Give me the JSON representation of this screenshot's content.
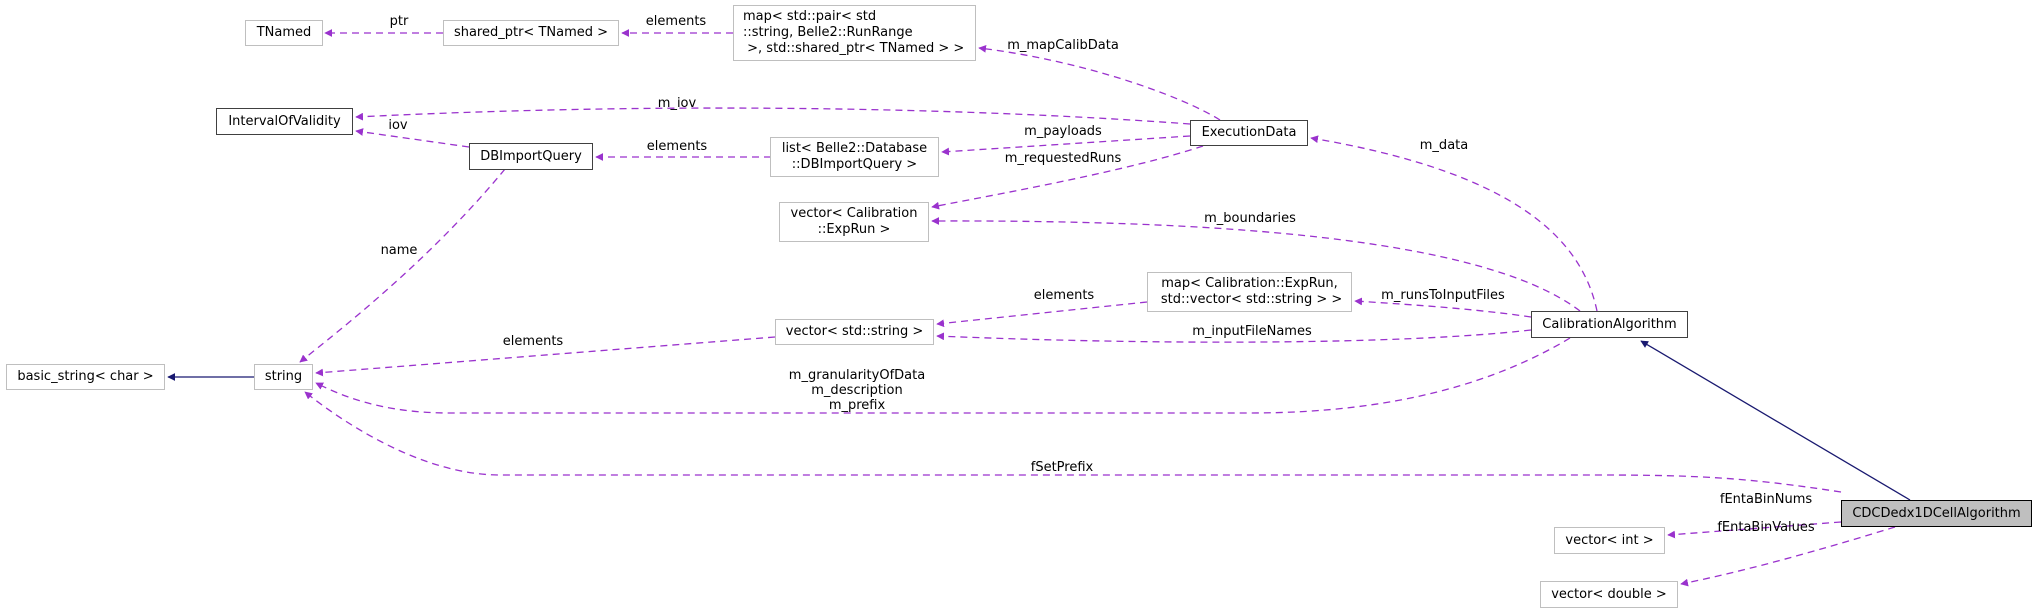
{
  "colors": {
    "usage_edge": "#9a32cd",
    "inheritance_edge": "#191970",
    "focus_fill": "#bfbfbf",
    "undocumented_border": "#bfbfbf",
    "documented_border": "#404040"
  },
  "nodes": {
    "tnamed": "TNamed",
    "shared_ptr": "shared_ptr< TNamed >",
    "map_calib": "map< std::pair< std\n::string, Belle2::RunRange\n >, std::shared_ptr< TNamed > >",
    "iov": "IntervalOfValidity",
    "dbimportquery": "DBImportQuery",
    "list_db": "list< Belle2::Database\n::DBImportQuery >",
    "executiondata": "ExecutionData",
    "vector_exprun": "vector< Calibration\n::ExpRun >",
    "map_exprun": "map< Calibration::ExpRun,\n std::vector< std::string > >",
    "vector_string": "vector< std::string >",
    "calibrationalgorithm": "CalibrationAlgorithm",
    "basic_string": "basic_string< char >",
    "string": "string",
    "cdcdedx": "CDCDedx1DCellAlgorithm",
    "vector_int": "vector< int >",
    "vector_double": "vector< double >"
  },
  "edge_labels": {
    "ptr": "ptr",
    "elements_shared": "elements",
    "m_mapCalibData": "m_mapCalibData",
    "m_iov": "m_iov",
    "iov": "iov",
    "elements_list": "elements",
    "m_payloads": "m_payloads",
    "m_requestedRuns": "m_requestedRuns",
    "m_data": "m_data",
    "m_boundaries": "m_boundaries",
    "name": "name",
    "elements_map": "elements",
    "m_runsToInputFiles": "m_runsToInputFiles",
    "elements_vector": "elements",
    "m_inputFileNames": "m_inputFileNames",
    "string_members": "m_granularityOfData\nm_description\nm_prefix",
    "fSetPrefix": "fSetPrefix",
    "fEntaBinNums": "fEntaBinNums",
    "fEntaBinValues": "fEntaBinValues"
  }
}
